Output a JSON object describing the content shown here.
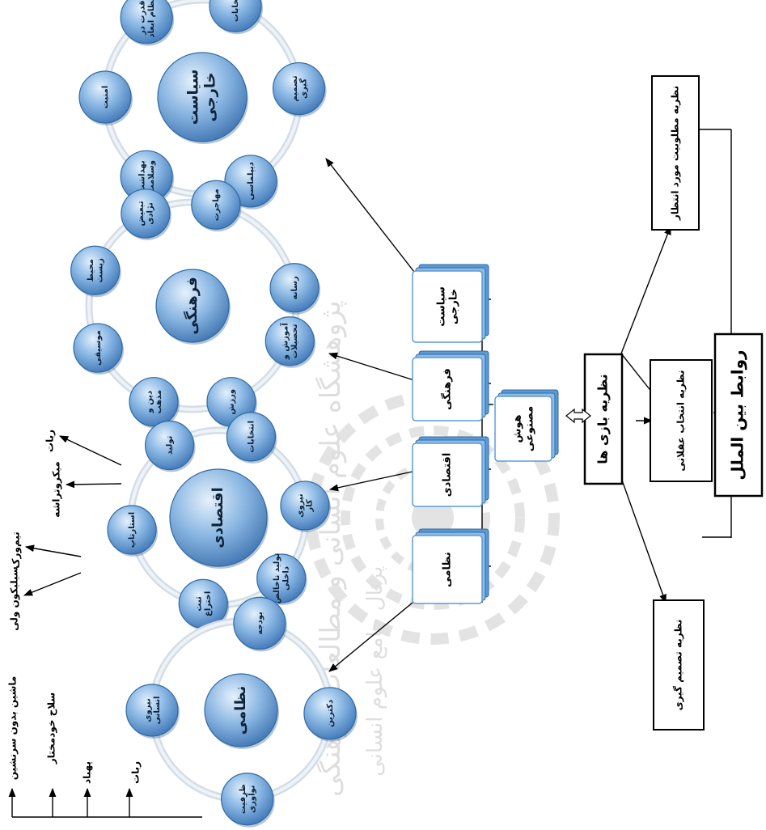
{
  "hierarchy": {
    "root": "روابط بین الملل",
    "theories": [
      "نظریه مطلوبیت مورد انتظار",
      "نظریه انتخاب عقلانی",
      "نظریه تصمیم گیری"
    ],
    "game_theory": "نظریه بازی ها",
    "ai": "هوش مصنوعی",
    "domains": [
      "سیاست خارجی",
      "فرهنگی",
      "اقتصادی",
      "نظامی"
    ]
  },
  "clusters": {
    "foreign": {
      "center": "سیاست خارجی",
      "satellites": [
        "انتخابات",
        "تصمیم گیری",
        "دیپلماسی",
        "بهداشت وسلامت",
        "امنیت",
        "قدرت در نظام ابعاد"
      ]
    },
    "cultural": {
      "center": "فرهنگی",
      "satellites": [
        "رسانه",
        "آموزش و تحصیلات",
        "ورزش",
        "دین و مذهب",
        "موسیقی",
        "محیط زیست",
        "تبعیض نژادی",
        "مهاجرت"
      ]
    },
    "economic": {
      "center": "اقتصادی",
      "satellites": [
        "انتخابات",
        "نیروی کار",
        "تولید ناخالص داخلی",
        "ثبت اختراع",
        "استارتاپ",
        "تولید"
      ],
      "outputs": [
        "ربات",
        "میکروتراشه",
        "تیم‌ورک",
        "سیلیکون ولی"
      ]
    },
    "military": {
      "center": "نظامی",
      "satellites": [
        "بودجه",
        "دکترین",
        "ظرفیت نوآوری",
        "نیروی انسانی"
      ],
      "outputs": [
        "ربات",
        "پهباد",
        "سلاح خودمختار",
        "ماشین بدون سرنشین"
      ]
    }
  },
  "watermark": {
    "line1": "پژوهشگاه علوم انسانی و مطالعات فرهنگی",
    "line2": "پرتال جامع علوم انسانی"
  },
  "colors": {
    "bubble_light": "#d6e8f8",
    "bubble_mid": "#7fb0df",
    "bubble_dark": "#3f77b7",
    "card_blue": "#5b9bd5",
    "ring": "#d4dde6",
    "line": "#000000"
  }
}
